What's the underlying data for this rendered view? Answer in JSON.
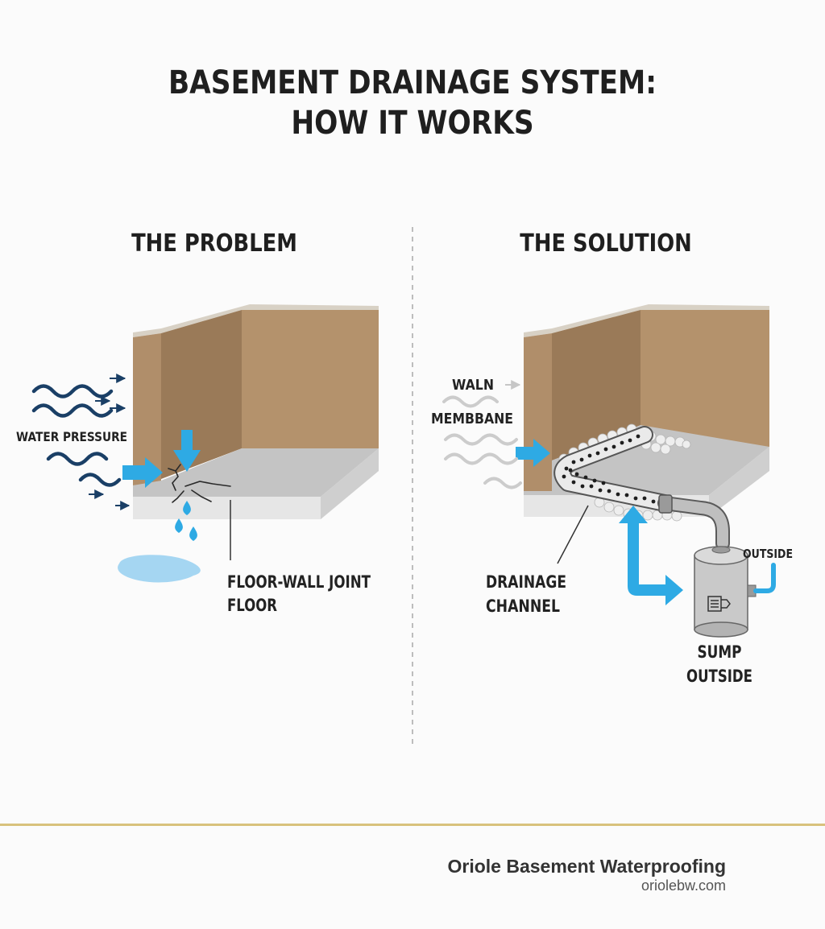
{
  "title": {
    "line1": "BASEMENT DRAINAGE SYSTEM:",
    "line2": "HOW IT WORKS"
  },
  "problem": {
    "heading": "THE PROBLEM",
    "water_pressure_label": "WATER PRESSURE",
    "joint_label": "FLOOR-WALL JOINT",
    "floor_label": "FLOOR"
  },
  "solution": {
    "heading": "THE SOLUTION",
    "wall_label": "WALN",
    "membrane_label": "MEMBBANE",
    "channel_label_1": "DRAINAGE",
    "channel_label_2": "CHANNEL",
    "outside_label_top": "OUTSIDE",
    "sump_label_1": "SUMP",
    "sump_label_2": "OUTSIDE"
  },
  "footer": {
    "company": "Oriole Basement Waterproofing",
    "url": "oriolebw.com"
  },
  "colors": {
    "wall_front": "#b08e6a",
    "wall_side": "#9a7a58",
    "wall_back": "#b4926c",
    "floor_top": "#c4c4c4",
    "floor_front": "#e6e6e6",
    "water_blue": "#2eaae4",
    "navy_wave": "#1a3f66",
    "gray_wave": "#c9c9c9",
    "footer_rule": "#d8c27c"
  }
}
